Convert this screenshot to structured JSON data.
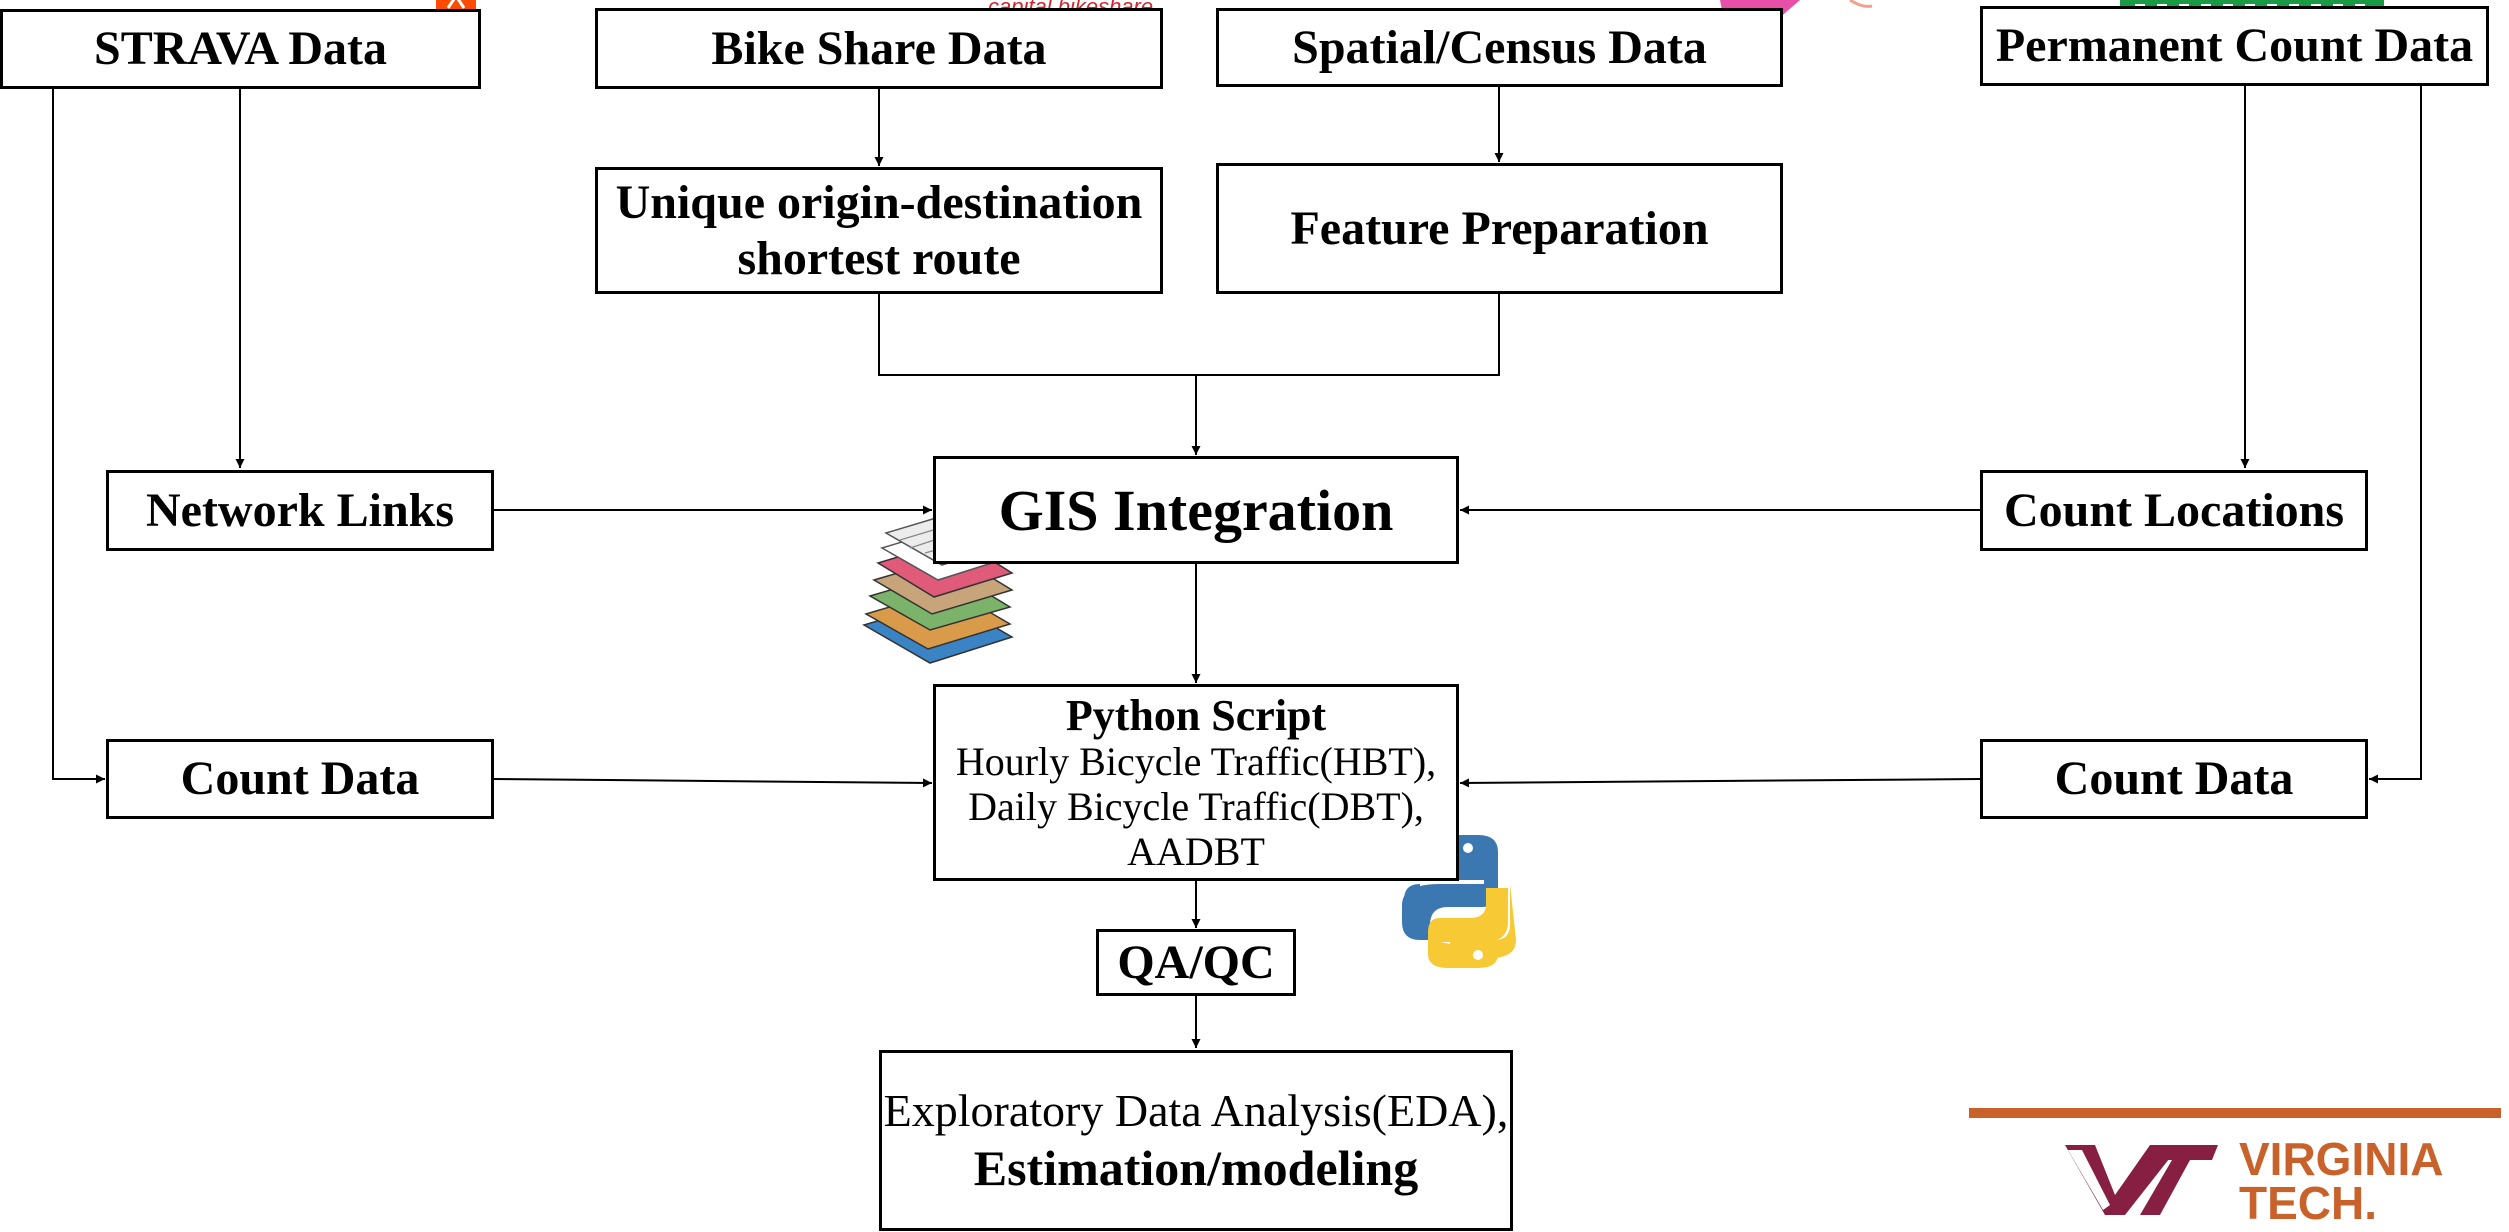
{
  "nodes": {
    "strava": "STRAVA Data",
    "bikeshare": "Bike Share Data",
    "spatial": "Spatial/Census Data",
    "permanent": "Permanent Count Data",
    "od_line1": "Unique origin-destination",
    "od_line2": "shortest route",
    "feature": "Feature Preparation",
    "network": "Network Links",
    "gis": "GIS Integration",
    "countloc": "Count Locations",
    "count_left": "Count Data",
    "count_right": "Count Data",
    "python_title": "Python Script",
    "python_line1": "Hourly Bicycle Traffic(HBT),",
    "python_line2": "Daily Bicycle Traffic(DBT),",
    "python_line3": "AADBT",
    "qaqc": "QA/QC",
    "eda_line1": "Exploratory Data Analysis(EDA),",
    "eda_line2": "Estimation/modeling"
  },
  "logos": {
    "capital_bikeshare": "capital bikeshare",
    "virginia_tech_1": "VIRGINIA",
    "virginia_tech_2": "TECH."
  },
  "colors": {
    "vt_orange": "#c8622a",
    "vt_maroon": "#861f41",
    "strava_orange": "#fc4c02",
    "python_blue": "#3b77b0",
    "python_yellow": "#f7c935",
    "census_pink": "#e84fa8",
    "count_green": "#1a9a45"
  }
}
